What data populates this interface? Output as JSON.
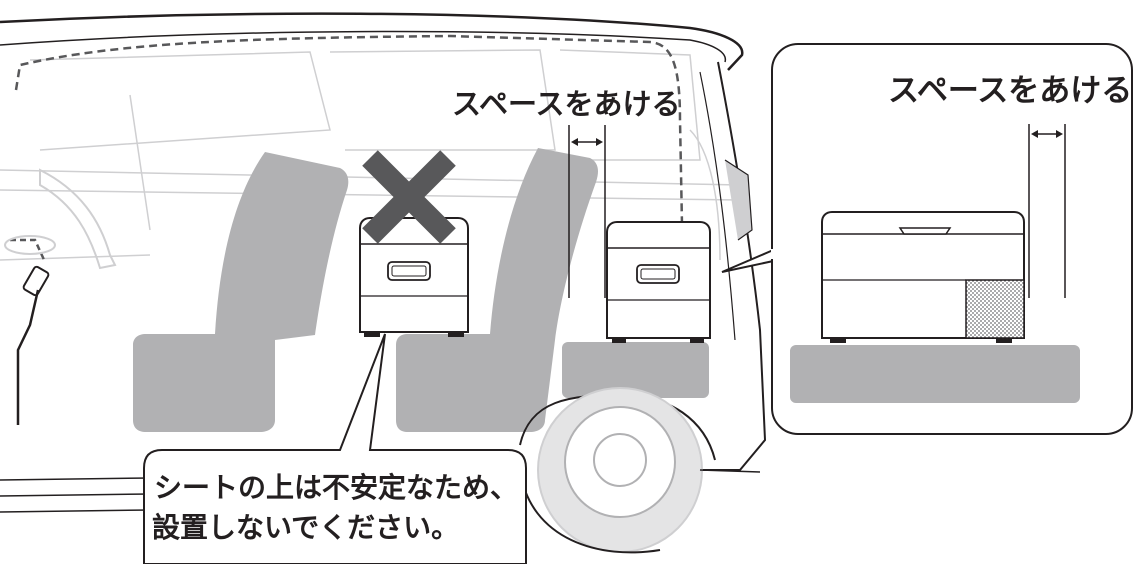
{
  "labels": {
    "space_car": "スペースをあける",
    "space_zoom": "スペースをあける"
  },
  "warning": {
    "line1": "シートの上は不安定なため、",
    "line2": "設置しないでください。"
  },
  "colors": {
    "seat": "#b1b1b3",
    "outline": "#231f20",
    "light_line": "#cfcfd1",
    "cross": "#58585a",
    "background": "#ffffff"
  },
  "icons": {
    "prohibited": "x-mark-icon",
    "spacing": "double-arrow-icon"
  }
}
